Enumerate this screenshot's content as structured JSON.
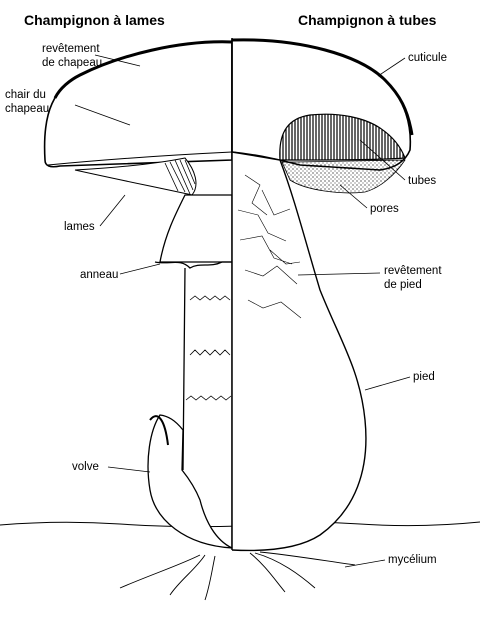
{
  "headings": {
    "left": "Champignon à lames",
    "right": "Champignon à tubes"
  },
  "labels": {
    "revetement_chapeau": [
      "revêtement",
      "de chapeau"
    ],
    "chair_chapeau": [
      "chair du",
      "chapeau"
    ],
    "lames": "lames",
    "anneau": "anneau",
    "volve": "volve",
    "cuticule": "cuticule",
    "tubes": "tubes",
    "pores": "pores",
    "revetement_pied": [
      "revêtement",
      "de pied"
    ],
    "pied": "pied",
    "mycelium": "mycélium"
  }
}
